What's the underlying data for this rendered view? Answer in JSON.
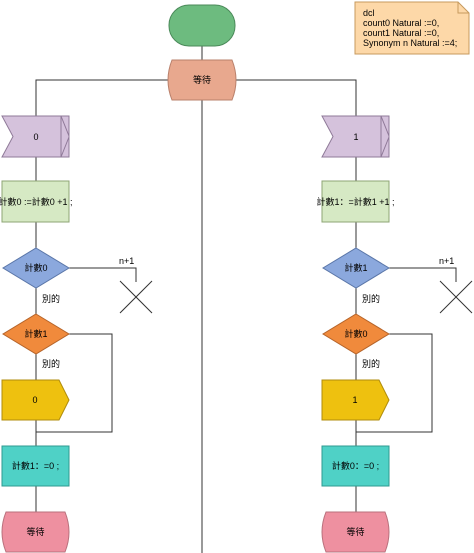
{
  "colors": {
    "start_fill": "#6dbb7f",
    "start_stroke": "#4b8a5a",
    "wait_fill": "#e8a88e",
    "wait_stroke": "#b9806b",
    "signal_fill": "#d5c2dc",
    "signal_stroke": "#8f7a98",
    "task_fill": "#d6e9c4",
    "task_stroke": "#8ea574",
    "decision_blue_fill": "#8ba8dd",
    "decision_blue_stroke": "#5a76a8",
    "decision_orange_fill": "#f08a3c",
    "decision_orange_stroke": "#b5642a",
    "output_fill": "#eec10f",
    "output_stroke": "#b08c0c",
    "assign_fill": "#4fd1c6",
    "assign_stroke": "#2f9a90",
    "end_fill": "#ee90a0",
    "end_stroke": "#b9707c",
    "note_fill": "#fdd8a8",
    "note_stroke": "#c79a5e",
    "line": "#333333"
  },
  "note": {
    "lines": [
      "dcl",
      "count0 Natural :=0,",
      "count1 Natural :=0,",
      "Synonym n Natural :=4;"
    ]
  },
  "top": {
    "wait_label": "等待"
  },
  "left": {
    "signal_label": "0",
    "task_label": "計數0 :=計數0 +1 ;",
    "decision1_label": "計數0",
    "branch_n_label": "n+1",
    "else_label_1": "別的",
    "decision2_label": "計數1",
    "else_label_2": "別的",
    "output_label": "0",
    "assign_label": "計數1：=0 ;",
    "end_label": "等待"
  },
  "right": {
    "signal_label": "1",
    "task_label": "計數1：=計數1 +1 ;",
    "decision1_label": "計數1",
    "branch_n_label": "n+1",
    "else_label_1": "別的",
    "decision2_label": "計數0",
    "else_label_2": "別的",
    "output_label": "1",
    "assign_label": "計數0：=0 ;",
    "end_label": "等待"
  }
}
